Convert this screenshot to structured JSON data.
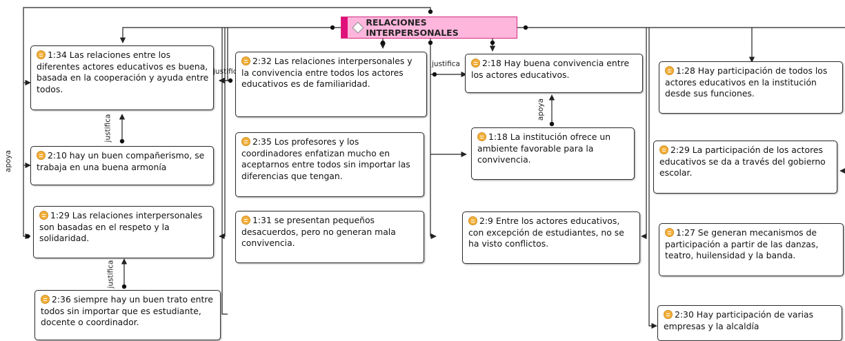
{
  "root": {
    "title": "RELACIONES INTERPERSONALES",
    "icon": "code-diamond-icon"
  },
  "quotations": {
    "q134": {
      "id": "1:34",
      "text": "Las relaciones entre los diferentes actores educativos es buena, basada en la cooperación y ayuda entre todos."
    },
    "q210": {
      "id": "2:10",
      "text": "hay un buen compañerismo, se trabaja en una buena armonía"
    },
    "q129": {
      "id": "1:29",
      "text": "Las relaciones interpersonales son basadas en el respeto y la solidaridad."
    },
    "q236": {
      "id": "2:36",
      "text": "siempre hay un buen trato entre todos sin importar que es estudiante, docente o coordinador."
    },
    "q232": {
      "id": "2:32",
      "text": "Las relaciones interpersonales y la convivencia entre todos los actores educativos es de familiaridad."
    },
    "q235": {
      "id": "2:35",
      "text": "Los profesores y los coordinadores enfatizan mucho en aceptarnos entre todos sin importar las diferencias que tengan."
    },
    "q131": {
      "id": "1:31",
      "text": "se presentan pequeños desacuerdos, pero no generan mala convivencia."
    },
    "q218": {
      "id": "2:18",
      "text": "Hay buena convivencia entre los actores educativos."
    },
    "q118": {
      "id": "1:18",
      "text": "La institución ofrece un ambiente favorable para la convivencia."
    },
    "q29": {
      "id": "2:9",
      "text": "Entre los actores educativos, con excepción de estudiantes, no se ha visto conflictos."
    },
    "q128": {
      "id": "1:28",
      "text": "Hay participación de todos los actores educativos en la institución desde sus funciones."
    },
    "q229": {
      "id": "2:29",
      "text": "La participación de los actores educativos se da a través del gobierno escolar."
    },
    "q127": {
      "id": "1:27",
      "text": "Se generan mecanismos de participación a partir de las danzas, teatro, huilensidad y la banda."
    },
    "q230": {
      "id": "2:30",
      "text": "Hay participación de varias empresas y la alcaldía"
    }
  },
  "relations": {
    "apoya": "apoya",
    "justifica": "justifica"
  },
  "colors": {
    "root_fill": "#ffb6dd",
    "root_border": "#d4287c",
    "root_strip": "#e0107a",
    "quote_icon": "#f3b03c"
  }
}
